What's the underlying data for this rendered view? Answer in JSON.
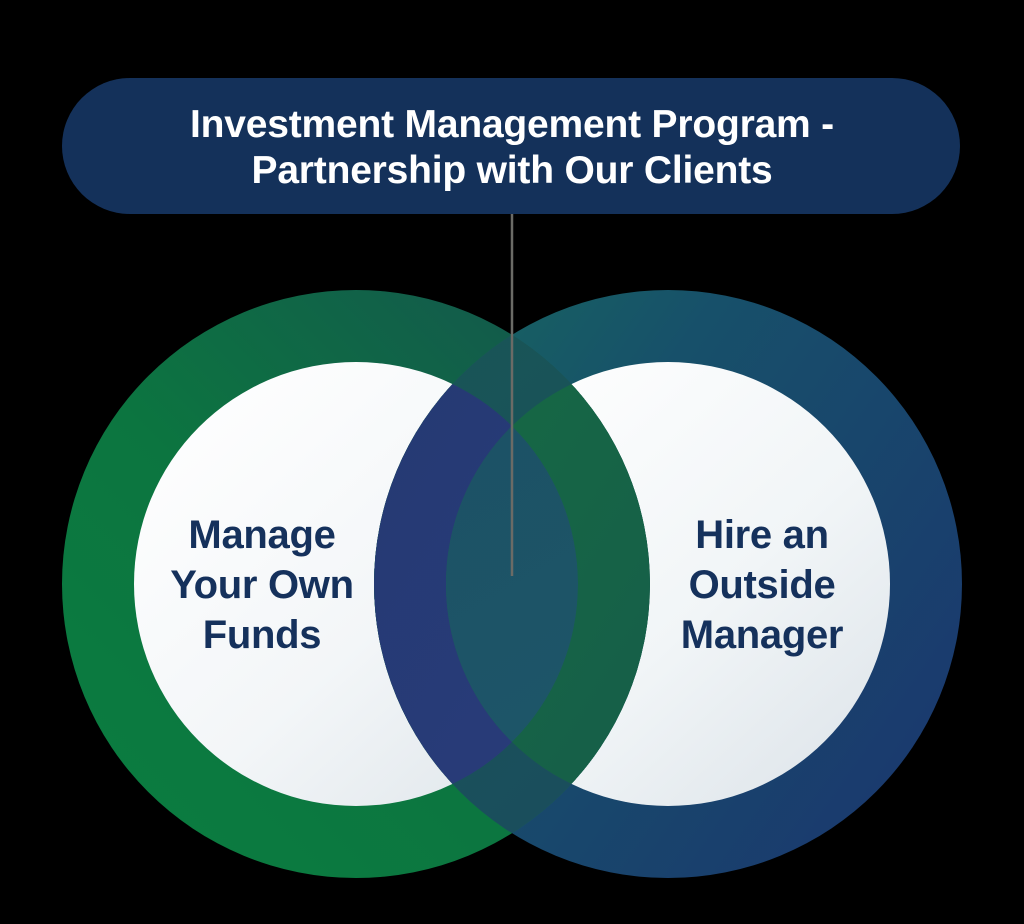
{
  "banner": {
    "line1": "Investment Management Program -",
    "line2": "Partnership with Our Clients",
    "background_color": "#14315a",
    "text_color": "#ffffff"
  },
  "connector": {
    "name": "vertical-connector-line",
    "color": "#6b6b66"
  },
  "venn": {
    "left_circle": {
      "label_line1": "Manage",
      "label_line2": "Your Own",
      "label_line3": "Funds",
      "ring_color_start": "#0b7a3f",
      "ring_color_end": "#14524f",
      "inner_fill_start": "#ffffff",
      "inner_fill_end": "#dfe5ea",
      "text_color": "#15315c"
    },
    "right_circle": {
      "label_line1": "Hire an",
      "label_line2": "Outside",
      "label_line3": "Manager",
      "ring_color_start": "#156b60",
      "ring_color_end": "#1a3a6e",
      "inner_fill_start": "#ffffff",
      "inner_fill_end": "#dfe5ea",
      "text_color": "#15315c"
    },
    "overlap": {
      "center_lens_color": "#1d5266",
      "left_band_color": "#166b3c",
      "right_band_color": "#2a3a7a"
    }
  },
  "chart_data": {
    "type": "diagram",
    "diagram_type": "venn",
    "title": "Investment Management Program - Partnership with Our Clients",
    "sets": [
      {
        "name": "Manage Your Own Funds",
        "position": "left",
        "color": "#0b7a3f"
      },
      {
        "name": "Hire an Outside Manager",
        "position": "right",
        "color": "#1a3a6e"
      }
    ],
    "intersection_label": "",
    "set_count": 2
  }
}
